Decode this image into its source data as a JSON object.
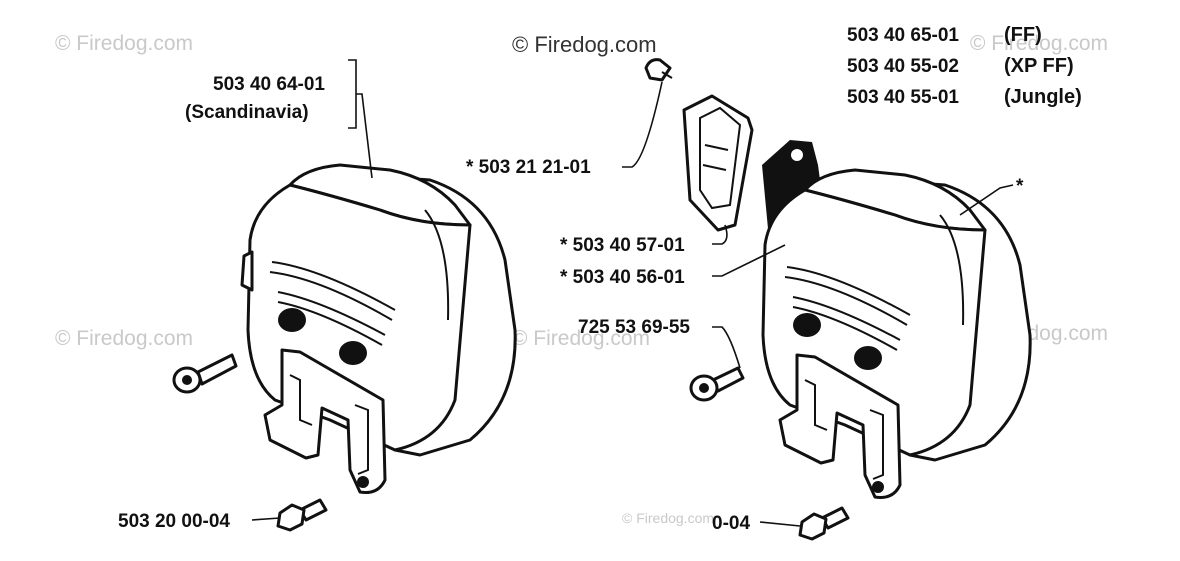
{
  "watermarks": [
    "© Firedog.com",
    "© Firedog.com",
    "© Firedog.com",
    "© Firedog.com",
    "© Firedog.com",
    "© Firedog.com",
    "© Firedog.com"
  ],
  "labels": {
    "left_muffler_number": "503 40 64-01",
    "left_muffler_variant": "(Scandinavia)",
    "screw_left": "503 20 00-04",
    "spark_screen_screw": "* 503 21 21-01",
    "spark_screen": "* 503 40 57-01",
    "heat_shield": "* 503 40 56-01",
    "bolt_right": "725 53 69-55",
    "screw_right_partial": "0-04",
    "right_muffler_star": "*"
  },
  "variant_table": [
    {
      "number": "503 40 65-01",
      "variant": "(FF)"
    },
    {
      "number": "503 40 55-02",
      "variant": "(XP FF)"
    },
    {
      "number": "503 40 55-01",
      "variant": "(Jungle)"
    }
  ]
}
